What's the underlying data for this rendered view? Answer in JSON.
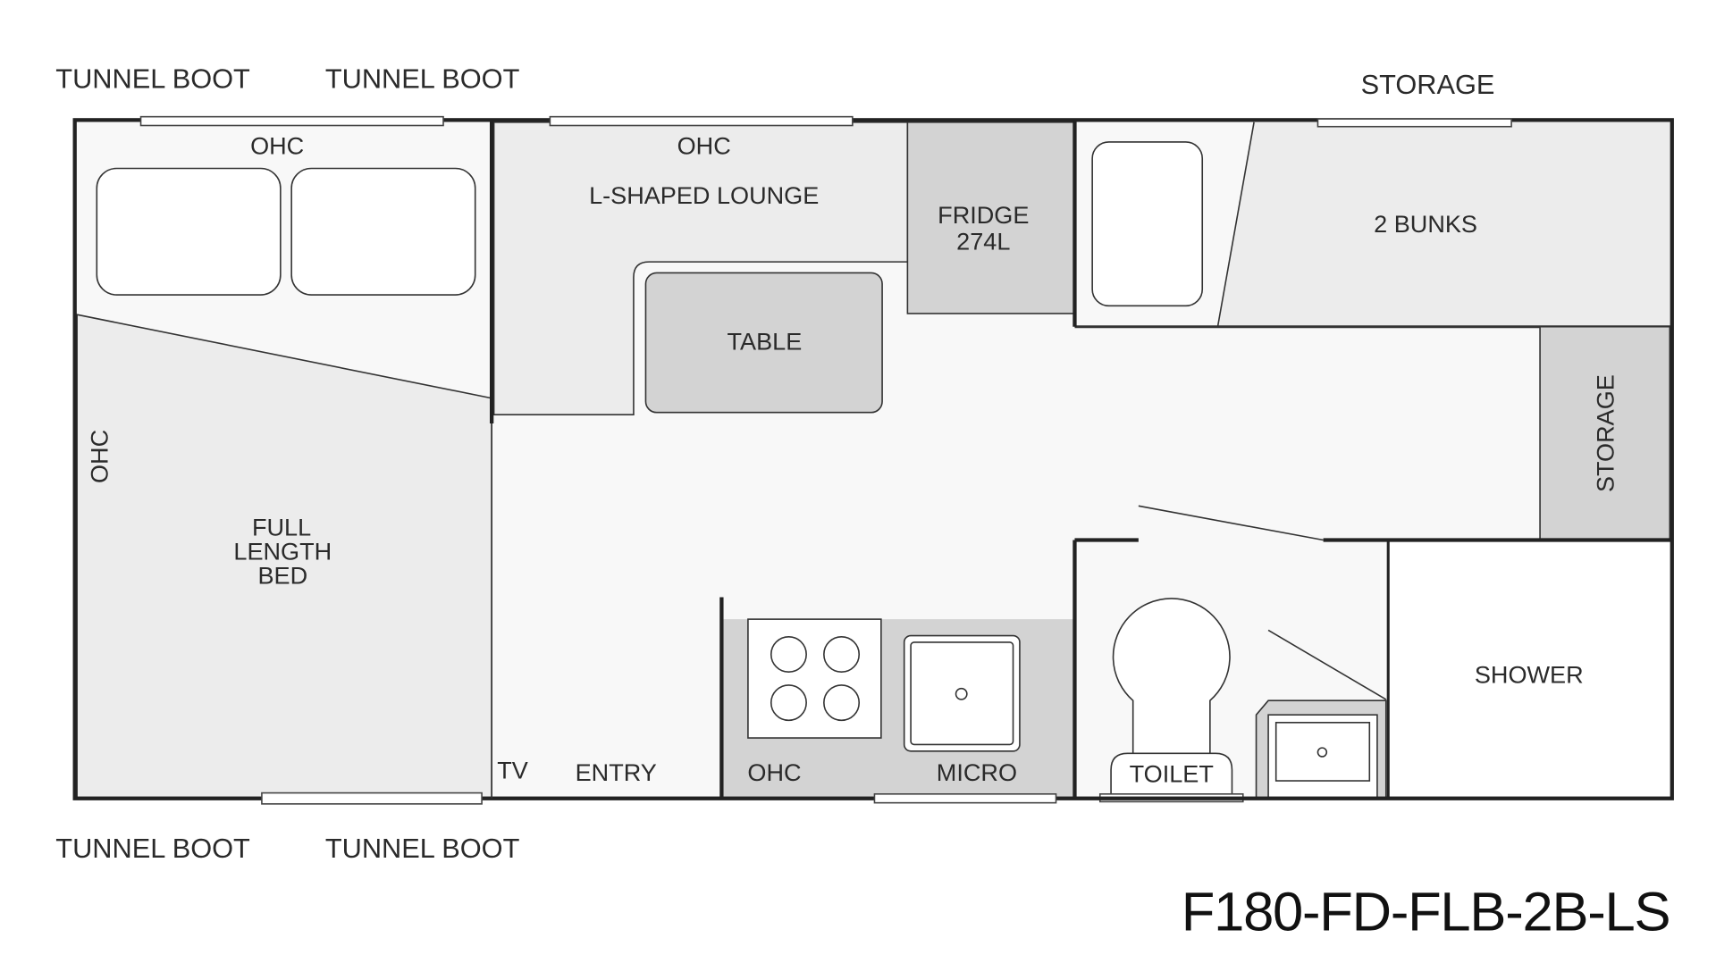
{
  "title": "F180-FD-FLB-2B-LS",
  "exterior": {
    "top_left_1": "TUNNEL BOOT",
    "top_left_2": "TUNNEL BOOT",
    "top_right": "STORAGE",
    "bottom_left_1": "TUNNEL BOOT",
    "bottom_left_2": "TUNNEL BOOT"
  },
  "rooms": {
    "bedroom_ohc_top": "OHC",
    "bedroom_ohc_side": "OHC",
    "bed_line1": "FULL",
    "bed_line2": "LENGTH",
    "bed_line3": "BED",
    "lounge_ohc": "OHC",
    "lounge": "L-SHAPED LOUNGE",
    "table": "TABLE",
    "fridge_line1": "FRIDGE",
    "fridge_line2": "274L",
    "bunks": "2  BUNKS",
    "storage": "STORAGE",
    "tv": "TV",
    "entry": "ENTRY",
    "kitchen_ohc": "OHC",
    "micro": "MICRO",
    "toilet": "TOILET",
    "shower": "SHOWER"
  },
  "colors": {
    "light": "#ececec",
    "mid": "#d3d3d3",
    "wall": "#222222"
  }
}
